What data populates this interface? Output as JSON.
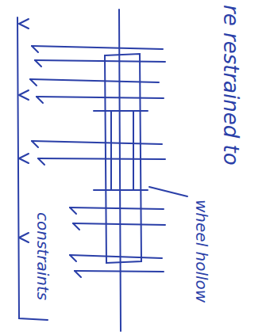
{
  "diagram": {
    "labels": [
      "re restrained to",
      "wheel hollow",
      "constraints"
    ]
  }
}
